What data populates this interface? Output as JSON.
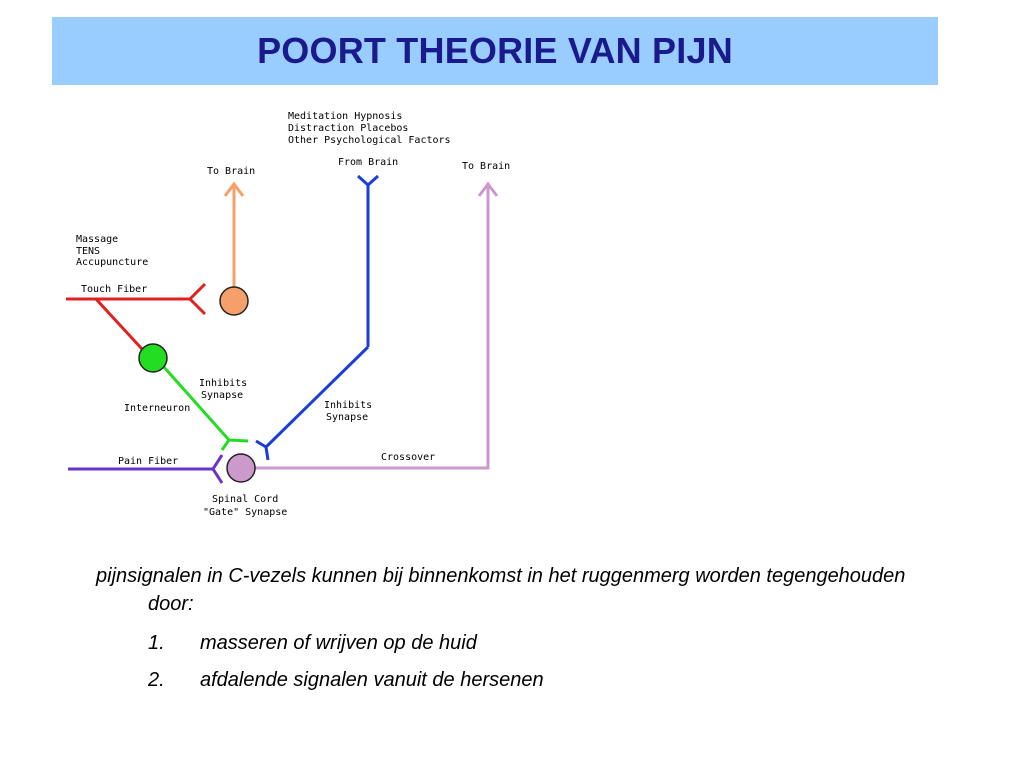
{
  "title": "POORT THEORIE VAN PIJN",
  "diagram": {
    "psych_line1": "Meditation  Hypnosis",
    "psych_line2": "Distraction  Placebos",
    "psych_line3": "Other Psychological Factors",
    "from_brain": "From Brain",
    "to_brain_left": "To Brain",
    "to_brain_right": "To Brain",
    "massage_line1": "Massage",
    "massage_line2": "TENS",
    "massage_line3": "Accupuncture",
    "touch_fiber": "Touch Fiber",
    "interneuron": "Interneuron",
    "inhibits_left_1": "Inhibits",
    "inhibits_left_2": "Synapse",
    "inhibits_right_1": "Inhibits",
    "inhibits_right_2": "Synapse",
    "crossover": "Crossover",
    "pain_fiber": "Pain Fiber",
    "spinal_cord_1": "Spinal Cord",
    "spinal_cord_2": "\"Gate\" Synapse",
    "colors": {
      "touch": "#e0211f",
      "to_brain_left": "#f5a06a",
      "interneuron": "#22dd22",
      "descending": "#1b3fd6",
      "crossover": "#cc99cc",
      "pain": "#6633cc"
    }
  },
  "body": {
    "intro": "pijnsignalen in C-vezels kunnen bij binnenkomst in het ruggenmerg worden tegengehouden door:",
    "items": [
      {
        "num": "1.",
        "text": "masseren of wrijven op de huid"
      },
      {
        "num": "2.",
        "text": "afdalende signalen vanuit de hersenen"
      }
    ]
  }
}
